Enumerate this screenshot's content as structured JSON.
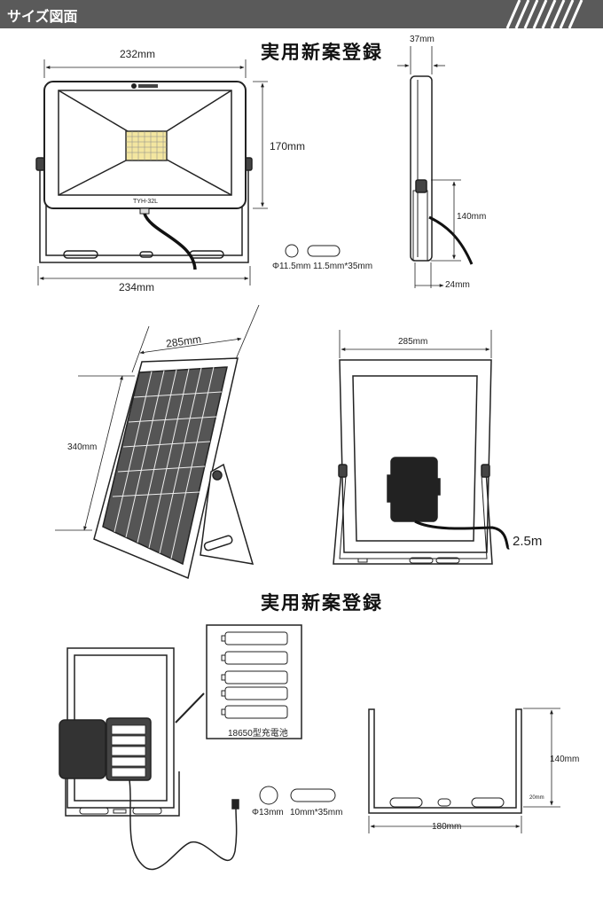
{
  "header": {
    "title": "サイズ図面"
  },
  "registration_label": "実用新案登録",
  "floodlight": {
    "width_top": "232mm",
    "height": "170mm",
    "width_bottom": "234mm",
    "model_label": "TYH-32L",
    "hole_round": "Φ11.5mm",
    "hole_slot": "11.5mm*35mm",
    "side_depth": "37mm",
    "side_bracket_height": "140mm",
    "side_bracket_depth": "24mm"
  },
  "solar_panel": {
    "width_angled": "285mm",
    "height": "340mm",
    "width_back": "285mm",
    "cable_length": "2.5m"
  },
  "battery": {
    "type_label": "18650型充電池",
    "cell_count": 5,
    "hole_round": "Φ13mm",
    "hole_slot": "10mm*35mm"
  },
  "bracket": {
    "height": "140mm",
    "base_height": "20mm",
    "width": "180mm"
  }
}
